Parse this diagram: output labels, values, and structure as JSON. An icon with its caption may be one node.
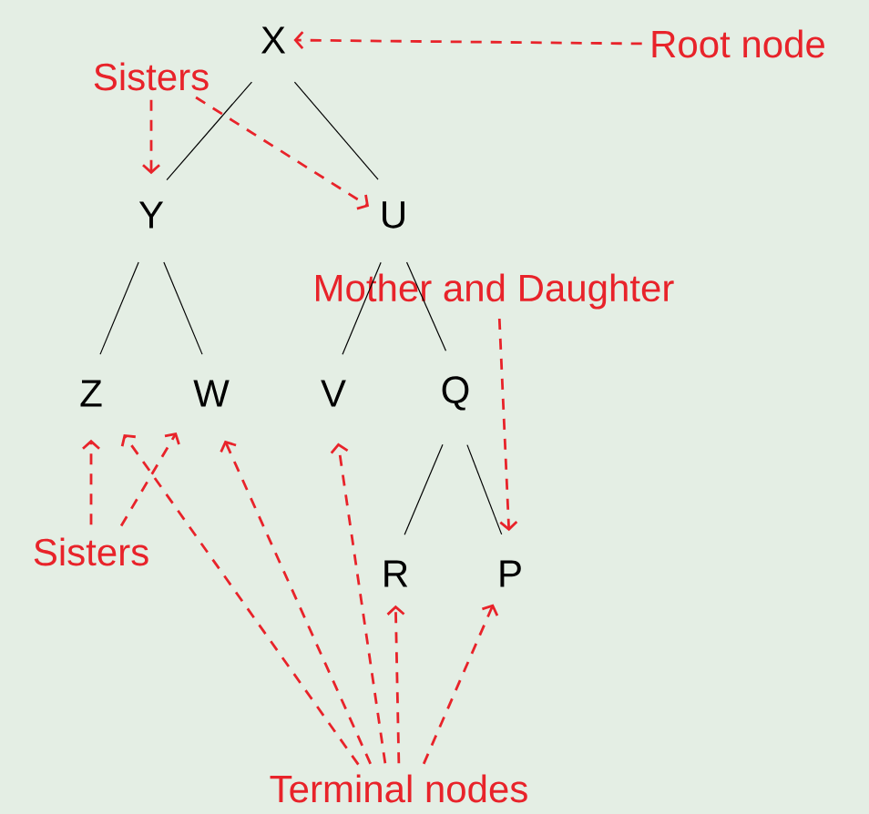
{
  "diagram": {
    "nodes": [
      {
        "text": [
          "X"
        ]
      },
      {
        "text": [
          "Y"
        ]
      },
      {
        "text": [
          "U"
        ]
      },
      {
        "text": [
          "Z"
        ]
      },
      {
        "text": [
          "W"
        ]
      },
      {
        "text": [
          "V"
        ]
      },
      {
        "text": [
          "Q"
        ]
      },
      {
        "text": [
          "R"
        ]
      },
      {
        "text": [
          "P"
        ]
      },
      {
        "text": [
          "Root node"
        ]
      },
      {
        "text": [
          "Sisters"
        ]
      },
      {
        "text": [
          "Mother and Daughter"
        ]
      },
      {
        "text": [
          "Sisters"
        ]
      },
      {
        "text": [
          "Terminal nodes"
        ]
      }
    ],
    "edges": [
      {
        "from": 0,
        "to": 1,
        "arrow": "none",
        "color": "#000000"
      },
      {
        "from": 0,
        "to": 2,
        "arrow": "none",
        "color": "#000000"
      },
      {
        "from": 1,
        "to": 3,
        "arrow": "none",
        "color": "#000000"
      },
      {
        "from": 1,
        "to": 4,
        "arrow": "none",
        "color": "#000000"
      },
      {
        "from": 2,
        "to": 5,
        "arrow": "none",
        "color": "#000000"
      },
      {
        "from": 2,
        "to": 6,
        "arrow": "none",
        "color": "#000000"
      },
      {
        "from": 6,
        "to": 7,
        "arrow": "none",
        "color": "#000000"
      },
      {
        "from": 6,
        "to": 8,
        "arrow": "none",
        "color": "#000000"
      },
      {
        "from": 9,
        "to": 0,
        "arrow": "to",
        "style": "dashed"
      },
      {
        "from": 10,
        "to": 1,
        "arrow": "to",
        "style": "dashed"
      },
      {
        "from": 10,
        "to": 2,
        "arrow": "to",
        "style": "dashed"
      },
      {
        "from": 11,
        "to": 8,
        "arrow": "to",
        "style": "dashed"
      },
      {
        "from": 12,
        "to": 3,
        "arrow": "to",
        "style": "dashed"
      },
      {
        "from": 12,
        "to": 4,
        "arrow": "to",
        "style": "dashed"
      },
      {
        "from": 13,
        "to": 3,
        "arrow": "to",
        "style": "dashed"
      },
      {
        "from": 13,
        "to": 4,
        "arrow": "to",
        "style": "dashed"
      },
      {
        "from": 13,
        "to": 5,
        "arrow": "to",
        "style": "dashed"
      },
      {
        "from": 13,
        "to": 7,
        "arrow": "to",
        "style": "dashed"
      },
      {
        "from": 13,
        "to": 8,
        "arrow": "to",
        "style": "dashed"
      }
    ]
  }
}
